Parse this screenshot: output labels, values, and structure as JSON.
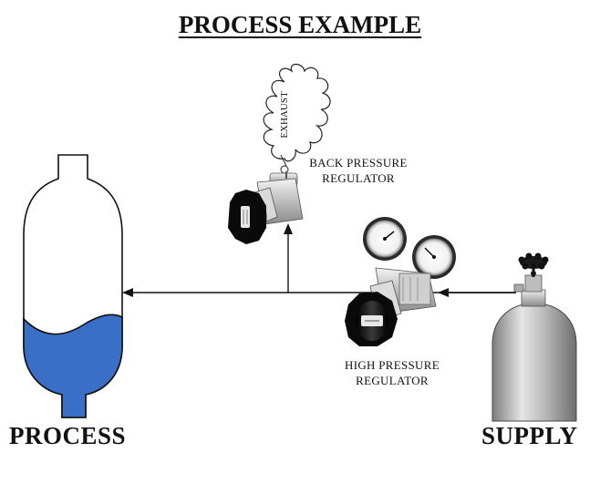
{
  "title": "PROCESS EXAMPLE",
  "labels": {
    "process": "PROCESS",
    "supply": "SUPPLY",
    "exhaust": "EXHAUST",
    "back_pressure_line1": "BACK PRESSURE",
    "back_pressure_line2": "REGULATOR",
    "high_pressure_line1": "HIGH PRESSURE",
    "high_pressure_line2": "REGULATOR"
  },
  "colors": {
    "liquid": "#3a6fc7",
    "line": "#111111",
    "knob": "#1a1a1a",
    "metal": "#c4c4c4",
    "cylinder": "#a9a9a9"
  },
  "icons": {
    "process_vessel": "vessel-icon",
    "supply_cylinder": "gas-cylinder-icon",
    "back_pressure_regulator": "regulator-icon",
    "high_pressure_regulator": "regulator-with-gauges-icon",
    "exhaust_cloud": "cloud-icon"
  }
}
